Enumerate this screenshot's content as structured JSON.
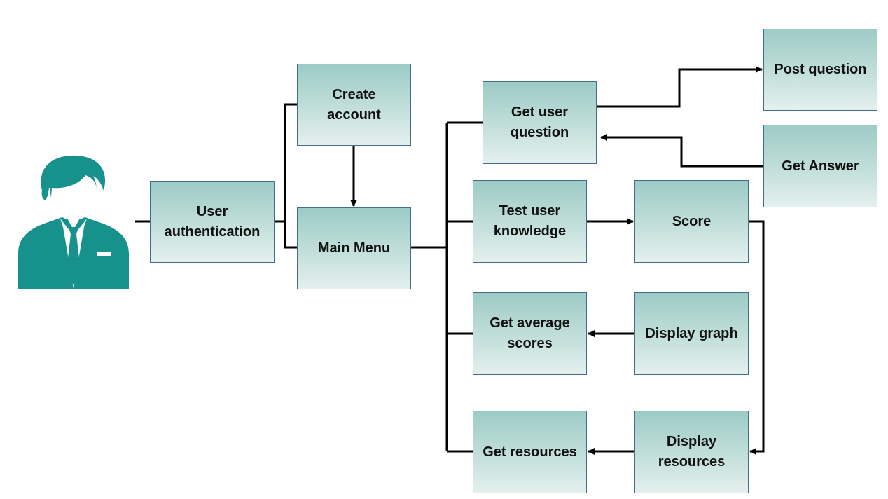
{
  "colors": {
    "box_border": "#3f6f8c",
    "box_fill_top": "#9ccbc6",
    "box_fill_bottom": "#e4f0ee",
    "connector": "#000000",
    "person_icon": "#16918b"
  },
  "icons": {
    "user": "user-businessman-icon"
  },
  "nodes": {
    "user_authentication": "User authentication",
    "create_account": "Create account",
    "main_menu": "Main Menu",
    "get_user_question": "Get user question",
    "post_question": "Post question",
    "get_answer": "Get Answer",
    "test_user_knowledge": "Test user knowledge",
    "score": "Score",
    "get_average_scores": "Get average scores",
    "display_graph": "Display graph",
    "get_resources": "Get resources",
    "display_resources": "Display resources"
  }
}
